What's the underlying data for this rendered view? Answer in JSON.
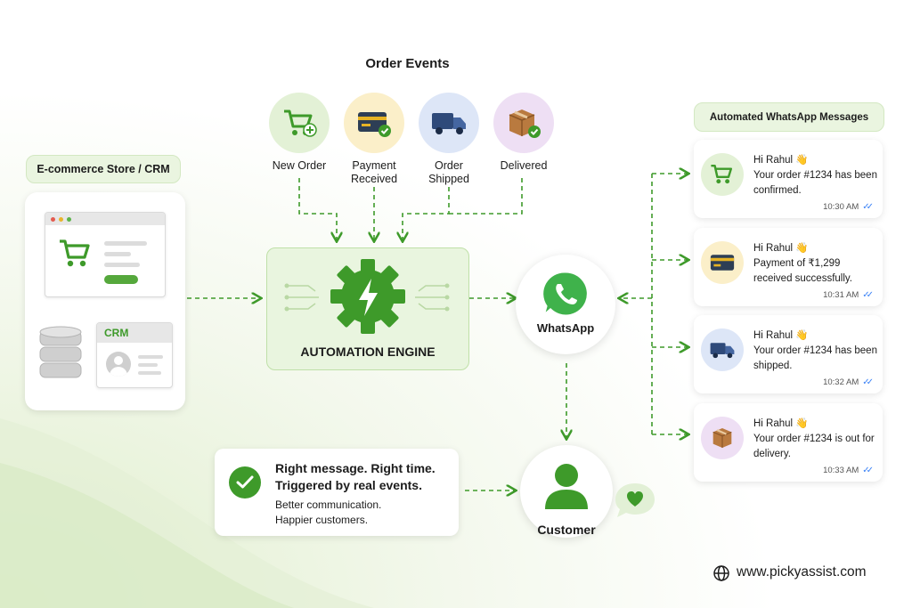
{
  "title": "Order Events",
  "source_label": "E-commerce Store / CRM",
  "crm_label": "CRM",
  "events": [
    {
      "label": "New Order",
      "icon": "cart-plus-icon",
      "color": "#e3f1d6"
    },
    {
      "label": "Payment Received",
      "icon": "card-check-icon",
      "color": "#fbefc9"
    },
    {
      "label": "Order Shipped",
      "icon": "truck-icon",
      "color": "#dde6f7"
    },
    {
      "label": "Delivered",
      "icon": "box-check-icon",
      "color": "#eedff4"
    }
  ],
  "engine_label": "AUTOMATION ENGINE",
  "whatsapp_label": "WhatsApp",
  "messages_header": "Automated WhatsApp Messages",
  "messages": [
    {
      "greeting": "Hi Rahul 👋",
      "text": "Your order #1234 has been confirmed.",
      "time": "10:30 AM",
      "icon": "cart-icon"
    },
    {
      "greeting": "Hi Rahul 👋",
      "text": "Payment of ₹1,299 received successfully.",
      "time": "10:31 AM",
      "icon": "card-icon"
    },
    {
      "greeting": "Hi Rahul 👋",
      "text": "Your order #1234 has been shipped.",
      "time": "10:32 AM",
      "icon": "truck-icon"
    },
    {
      "greeting": "Hi Rahul 👋",
      "text": "Your order #1234 is out for delivery.",
      "time": "10:33 AM",
      "icon": "box-icon"
    }
  ],
  "tagline": {
    "line1": "Right message. Right time.",
    "line2": "Triggered by real events.",
    "sub1": "Better communication.",
    "sub2": "Happier customers."
  },
  "customer_label": "Customer",
  "website": "www.pickyassist.com",
  "colors": {
    "accent": "#3e9a2a",
    "dashed": "#3e9a2a"
  }
}
